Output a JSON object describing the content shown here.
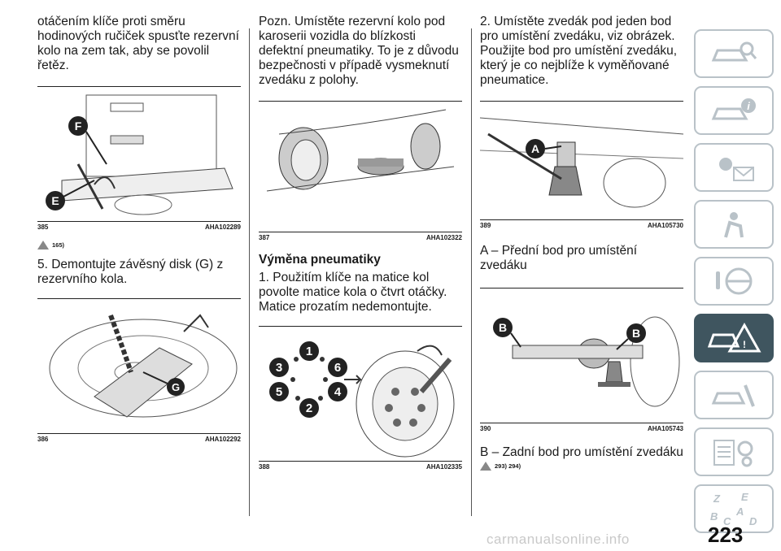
{
  "col1": {
    "intro": "otáčením klíče proti směru hodinových ručiček spusťte rezervní kolo na zem tak, aby se povolil řetěz.",
    "fig385": {
      "num": "385",
      "code": "AHA102289",
      "label_f": "F",
      "label_e": "E"
    },
    "warn_ref": "165)",
    "step5": "5. Demontujte závěsný disk (G) z rezervního kola.",
    "fig386": {
      "num": "386",
      "code": "AHA102292",
      "label_g": "G"
    }
  },
  "col2": {
    "note": "Pozn.  Umístěte rezervní kolo pod karoserii vozidla do blízkosti defektní pneumatiky. To je z důvodu bezpečnosti v případě vysmeknutí zvedáku z polohy.",
    "fig387": {
      "num": "387",
      "code": "AHA102322"
    },
    "heading": "Výměna pneumatiky",
    "step1": "1. Použitím klíče na matice kol povolte matice kola o čtvrt otáčky. Matice prozatím nedemontujte.",
    "fig388": {
      "num": "388",
      "code": "AHA102335",
      "nuts": [
        "1",
        "2",
        "3",
        "4",
        "5",
        "6"
      ]
    }
  },
  "col3": {
    "step2": "2. Umístěte zvedák pod jeden bod pro umístění zvedáku, viz obrázek. Použijte bod pro umístění zvedáku, který je co nejblíže k vyměňované pneumatice.",
    "fig389": {
      "num": "389",
      "code": "AHA105730",
      "label_a": "A"
    },
    "caption_a": "A – Přední bod pro umístění zvedáku",
    "fig390": {
      "num": "390",
      "code": "AHA105743",
      "label_b": "B"
    },
    "caption_b": "B – Zadní bod pro umístění zvedáku",
    "warn_refs": "293) 294)"
  },
  "sidebar": {
    "tabs": [
      "car-search-icon",
      "car-info-icon",
      "dashboard-lights-icon",
      "airbag-seat-icon",
      "steering-wheel-icon",
      "car-warning-icon",
      "car-service-icon",
      "technical-data-icon",
      "index-letters-icon"
    ],
    "active_index": 5,
    "index_letters": [
      "Z",
      "E",
      "A",
      "B",
      "C",
      "D"
    ],
    "accent": "#3f555f",
    "border": "#b9c2c8"
  },
  "page_number": "223",
  "watermark": "carmanualsonline.info"
}
